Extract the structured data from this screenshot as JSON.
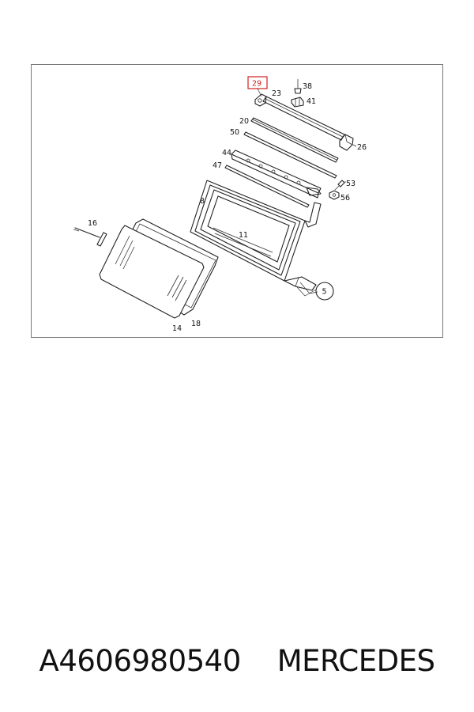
{
  "diagram": {
    "callouts": {
      "c29": "29",
      "c38": "38",
      "c23": "23",
      "c41": "41",
      "c20": "20",
      "c50": "50",
      "c26": "26",
      "c44": "44",
      "c47": "47",
      "c53": "53",
      "c56": "56",
      "c8": "8",
      "c11": "11",
      "c16": "16",
      "c5": "5",
      "c14": "14",
      "c18": "18"
    },
    "highlight_color": "#d02020"
  },
  "footer": {
    "part_number": "A4606980540",
    "brand": "MERCEDES"
  }
}
